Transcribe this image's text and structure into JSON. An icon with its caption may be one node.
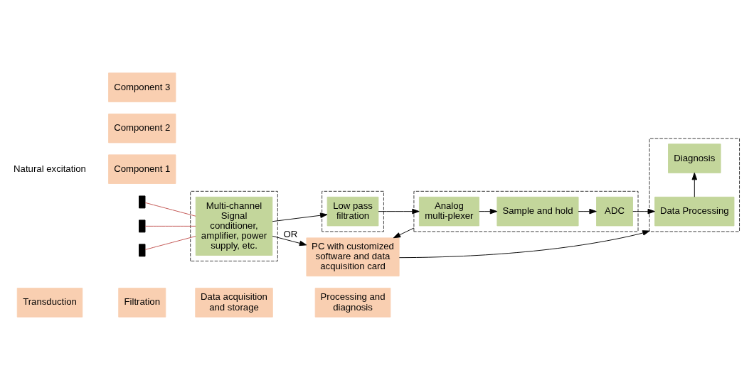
{
  "diagram": {
    "nodes": [
      {
        "text": [
          "Transduction"
        ]
      },
      {
        "text": [
          "Filtration"
        ]
      },
      {
        "text": [
          "Data acquisition and storage"
        ]
      },
      {
        "text": [
          "Processing and diagnosis"
        ]
      },
      {
        "text": [],
        "shape": "box"
      },
      {
        "text": [],
        "shape": "box"
      },
      {
        "text": [],
        "shape": "box"
      },
      {
        "text": [],
        "shape": "box"
      },
      {
        "text": [
          "Component 1"
        ]
      },
      {
        "text": [
          "Component 2"
        ]
      },
      {
        "text": [
          "Component 3"
        ]
      },
      {
        "text": [],
        "shape": "bar"
      },
      {
        "text": [],
        "shape": "bar"
      },
      {
        "text": [],
        "shape": "bar"
      },
      {
        "text": [
          "Multi-channel Signal conditioner, amplifier, power supply, etc."
        ],
        "in": 4
      },
      {
        "text": [
          "Low pass filtration"
        ],
        "in": 5
      },
      {
        "text": [
          "Analog multi-plexer"
        ],
        "in": 6
      },
      {
        "text": [
          "Sample and hold"
        ],
        "in": 6
      },
      {
        "text": [
          "ADC"
        ],
        "in": 6
      },
      {
        "text": [
          "Data Processing"
        ],
        "in": 7
      },
      {
        "text": [
          "Diagnosis"
        ],
        "in": 7
      },
      {
        "text": [
          "PC with customized software and data acquisition card"
        ]
      }
    ],
    "edges": [
      {
        "from": 11,
        "to": 14,
        "arrow": "none",
        "color": "#c0504d"
      },
      {
        "from": 12,
        "to": 14,
        "arrow": "none",
        "color": "#c0504d"
      },
      {
        "from": 13,
        "to": 14,
        "arrow": "none",
        "color": "#c0504d"
      },
      {
        "from": 14,
        "to": 15,
        "arrow": "to"
      },
      {
        "from": 15,
        "to": 16,
        "arrow": "to"
      },
      {
        "from": 16,
        "to": 17,
        "arrow": "to"
      },
      {
        "from": 17,
        "to": 18,
        "arrow": "to"
      },
      {
        "from": 18,
        "to": 19,
        "arrow": "to"
      },
      {
        "from": 19,
        "to": 20,
        "arrow": "to"
      },
      {
        "from": 14,
        "to": 21,
        "arrow": "to",
        "label": "OR"
      },
      {
        "from": 6,
        "to": 21,
        "arrow": "to"
      },
      {
        "from": 21,
        "to": 7,
        "arrow": "to"
      }
    ],
    "labels": [
      "Natural excitation"
    ]
  }
}
